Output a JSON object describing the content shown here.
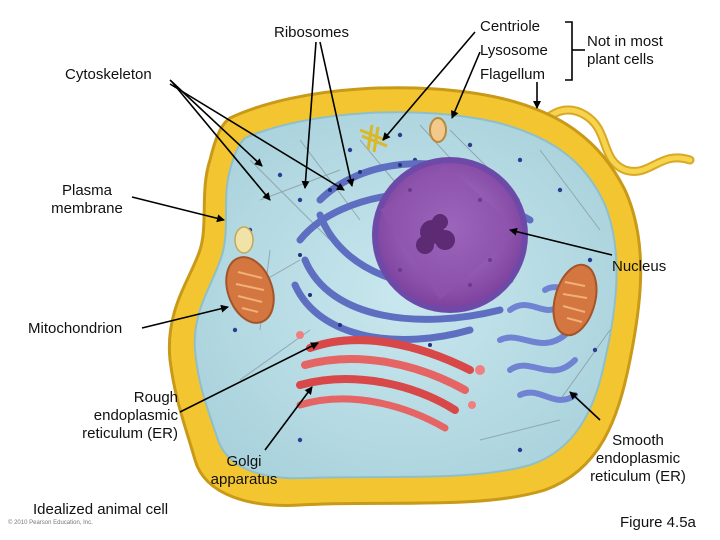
{
  "labels": {
    "ribosomes": "Ribosomes",
    "cytoskeleton": "Cytoskeleton",
    "centriole": "Centriole",
    "lysosome": "Lysosome",
    "flagellum": "Flagellum",
    "not_in_plants": "Not in most\nplant cells",
    "plasma_membrane": "Plasma\nmembrane",
    "nucleus": "Nucleus",
    "mitochondrion": "Mitochondrion",
    "rough_er": "Rough\nendoplasmic\nreticulum (ER)",
    "golgi": "Golgi\napparatus",
    "smooth_er": "Smooth\nendoplasmic\nreticulum (ER)",
    "title": "Idealized animal cell",
    "figure": "Figure 4.5a",
    "copyright": "© 2010 Pearson Education, Inc."
  },
  "colors": {
    "membrane": "#f3c530",
    "cytoplasm": "#b7dbe3",
    "nucleus": "#9b5fb8",
    "golgi": "#e0585a",
    "mitochondrion": "#d4763f",
    "er": "#5e6fc2"
  }
}
